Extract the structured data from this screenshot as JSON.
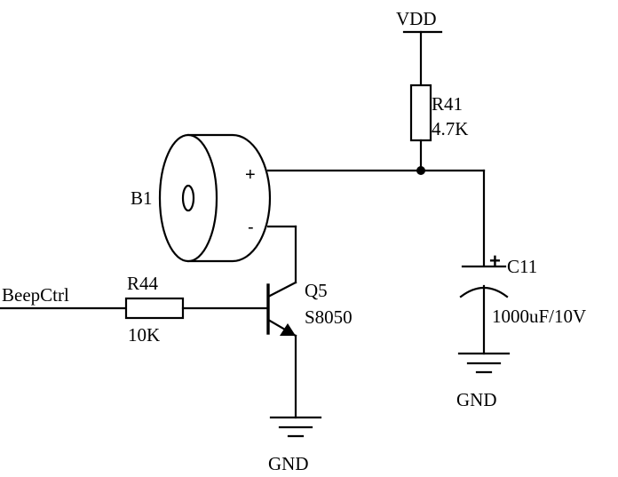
{
  "diagram": {
    "power": {
      "vdd_label": "VDD"
    },
    "ground_labels": {
      "transistor_ground": "GND",
      "capacitor_ground": "GND"
    },
    "input": {
      "net_label": "BeepCtrl"
    },
    "buzzer": {
      "designator": "B1",
      "plus_sign": "+",
      "minus_sign": "-"
    },
    "resistor_r41": {
      "designator": "R41",
      "value": "4.7K"
    },
    "resistor_r44": {
      "designator": "R44",
      "value": "10K"
    },
    "transistor_q5": {
      "designator": "Q5",
      "part_number": "S8050"
    },
    "capacitor_c11": {
      "designator": "C11",
      "value": "1000uF/10V",
      "polarity": "+"
    }
  }
}
